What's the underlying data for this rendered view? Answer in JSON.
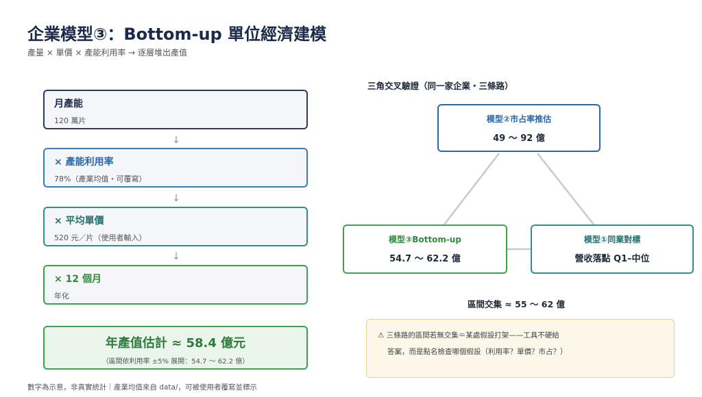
{
  "header": {
    "title": "企業模型③：Bottom-up 單位經濟建模",
    "subtitle": "產量 × 單價 × 產能利用率 → 逐層堆出產值"
  },
  "steps": [
    {
      "label": "月產能",
      "detail": "120 萬片"
    },
    {
      "label": "× 產能利用率",
      "detail": "78%（產業均值・可覆寫）"
    },
    {
      "label": "× 平均單價",
      "detail": "520 元／片（使用者輸入）"
    },
    {
      "label": "× 12 個月",
      "detail": "年化"
    }
  ],
  "arrow_glyph": "↓",
  "result": {
    "headline": "年產值估計 ≈ 58.4 億元",
    "range_note": "（區間依利用率 ±5% 展開：54.7 ～ 62.2 億）"
  },
  "footnote": "數字為示意，非真實統計｜產業均值來自 data/，可被使用者覆寫並標示",
  "triangulation": {
    "title": "三角交叉驗證（同一家企業・三條路）",
    "nodes": {
      "market_share": {
        "label": "模型②市占率推估",
        "value": "49 ～ 92 億"
      },
      "bottom_up": {
        "label": "模型③Bottom-up",
        "value": "54.7 ～ 62.2 億"
      },
      "peer_benchmark": {
        "label": "模型①同業對標",
        "value": "營收落點 Q1–中位"
      }
    },
    "overlap": "區間交集 ≈ 55 ～ 62 億",
    "warning": {
      "icon": "warning-triangle-icon",
      "line1": "⚠ 三條路的區間若無交集＝某處假設打架——工具不硬給",
      "line2": "答案，而是點名檢查哪個假設（利用率？單價？市占？）"
    }
  },
  "colors": {
    "navy": "#1b2a4a",
    "blue": "#2c67a4",
    "teal": "#24706d",
    "green": "#2f8a3e",
    "connector": "#c4cad4",
    "warning_bg": "#fdf7ea"
  }
}
